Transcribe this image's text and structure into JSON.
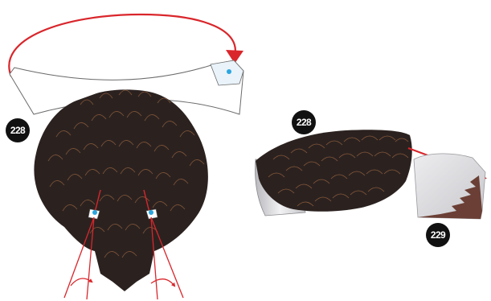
{
  "labels": {
    "part_a": "228",
    "part_a_side": "228",
    "part_b": "229"
  },
  "colors": {
    "fur_dark": "#2b2220",
    "fur_stroke": "#8a5a3a",
    "arrow_red": "#d9262b",
    "hole_blue": "#2aa6e0",
    "badge": "#111111",
    "paper_gray": "#d9d9dc"
  },
  "icons": {
    "rotate_arrow": "curved-arrow-icon",
    "fold_arrow": "straight-arrow-icon"
  }
}
